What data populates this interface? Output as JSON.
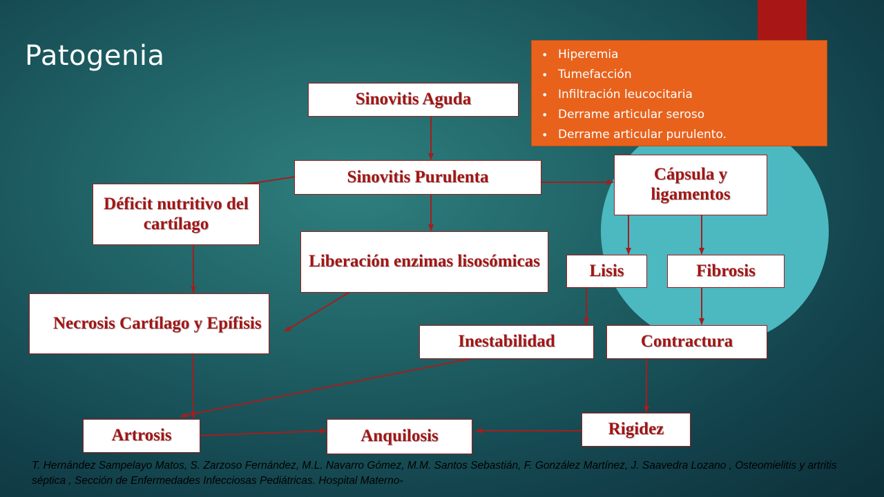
{
  "slide": {
    "title": "Patogenia",
    "colors": {
      "background": "#1e5f63",
      "accent_red": "#a81616",
      "accent_orange": "#e8621c",
      "accent_circle": "#4cb8c0",
      "node_text": "#a31515",
      "arrow": "#a31e1e"
    }
  },
  "note": {
    "items": [
      "Hiperemia",
      "Tumefacción",
      "Infiltración leucocitaria",
      "Derrame articular seroso",
      "Derrame articular purulento."
    ]
  },
  "nodes": {
    "sinovitis_aguda": "Sinovitis Aguda",
    "sinovitis_purulenta": "Sinovitis Purulenta",
    "capsula_ligamentos": "Cápsula y ligamentos",
    "deficit_nutritivo": "Déficit nutritivo del cartílago",
    "liberacion_enzimas": "Liberación enzimas lisosómicas",
    "lisis": "Lisis",
    "fibrosis": "Fibrosis",
    "necrosis": "Necrosis Cartílago y Epífisis",
    "inestabilidad": "Inestabilidad",
    "contractura": "Contractura",
    "rigidez": "Rigidez",
    "artrosis": "Artrosis",
    "anquilosis": "Anquilosis"
  },
  "citation": "T. Hernández Sampelayo Matos, S. Zarzoso Fernández, M.L. Navarro Gómez, M.M. Santos Sebastián, F. González Martínez, J. Saavedra Lozano , Osteomielitis y artritis séptica , Sección de Enfermedades Infecciosas Pediátricas. Hospital  Materno-"
}
